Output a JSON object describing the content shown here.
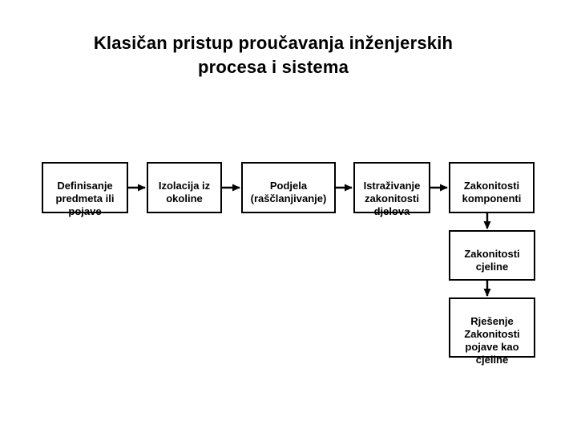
{
  "title": {
    "line1": "Klasičan pristup proučavanja inženjerskih",
    "line2": "procesa i sistema"
  },
  "flowchart": {
    "boxes": [
      {
        "id": "definisanje",
        "label": "Definisanje\npredmeta ili\npojave"
      },
      {
        "id": "izolacija",
        "label": "Izolacija iz\nokoline"
      },
      {
        "id": "podjela",
        "label": "Podjela\n(raščlanjivanje)"
      },
      {
        "id": "istrazivanje",
        "label": "Istraživanje\nzakonitosti\ndjelova"
      },
      {
        "id": "zakonitosti-komponenti",
        "label": "Zakonitosti\nkomponenti"
      },
      {
        "id": "zakonitosti-cjeline",
        "label": "Zakonitosti\ncjeline"
      },
      {
        "id": "rjesenje",
        "label": "Rješenje\nZakonitosti\npojave kao\ncjeline"
      }
    ],
    "connections": [
      {
        "from": "definisanje",
        "to": "izolacija"
      },
      {
        "from": "izolacija",
        "to": "podjela"
      },
      {
        "from": "podjela",
        "to": "istrazivanje"
      },
      {
        "from": "istrazivanje",
        "to": "zakonitosti-komponenti"
      },
      {
        "from": "zakonitosti-komponenti",
        "to": "zakonitosti-cjeline"
      },
      {
        "from": "zakonitosti-cjeline",
        "to": "rjesenje"
      }
    ]
  },
  "colors": {
    "background": "#ffffff",
    "box_fill": "#ffffff",
    "box_border": "#000000",
    "text": "#000000",
    "arrow": "#000000"
  }
}
